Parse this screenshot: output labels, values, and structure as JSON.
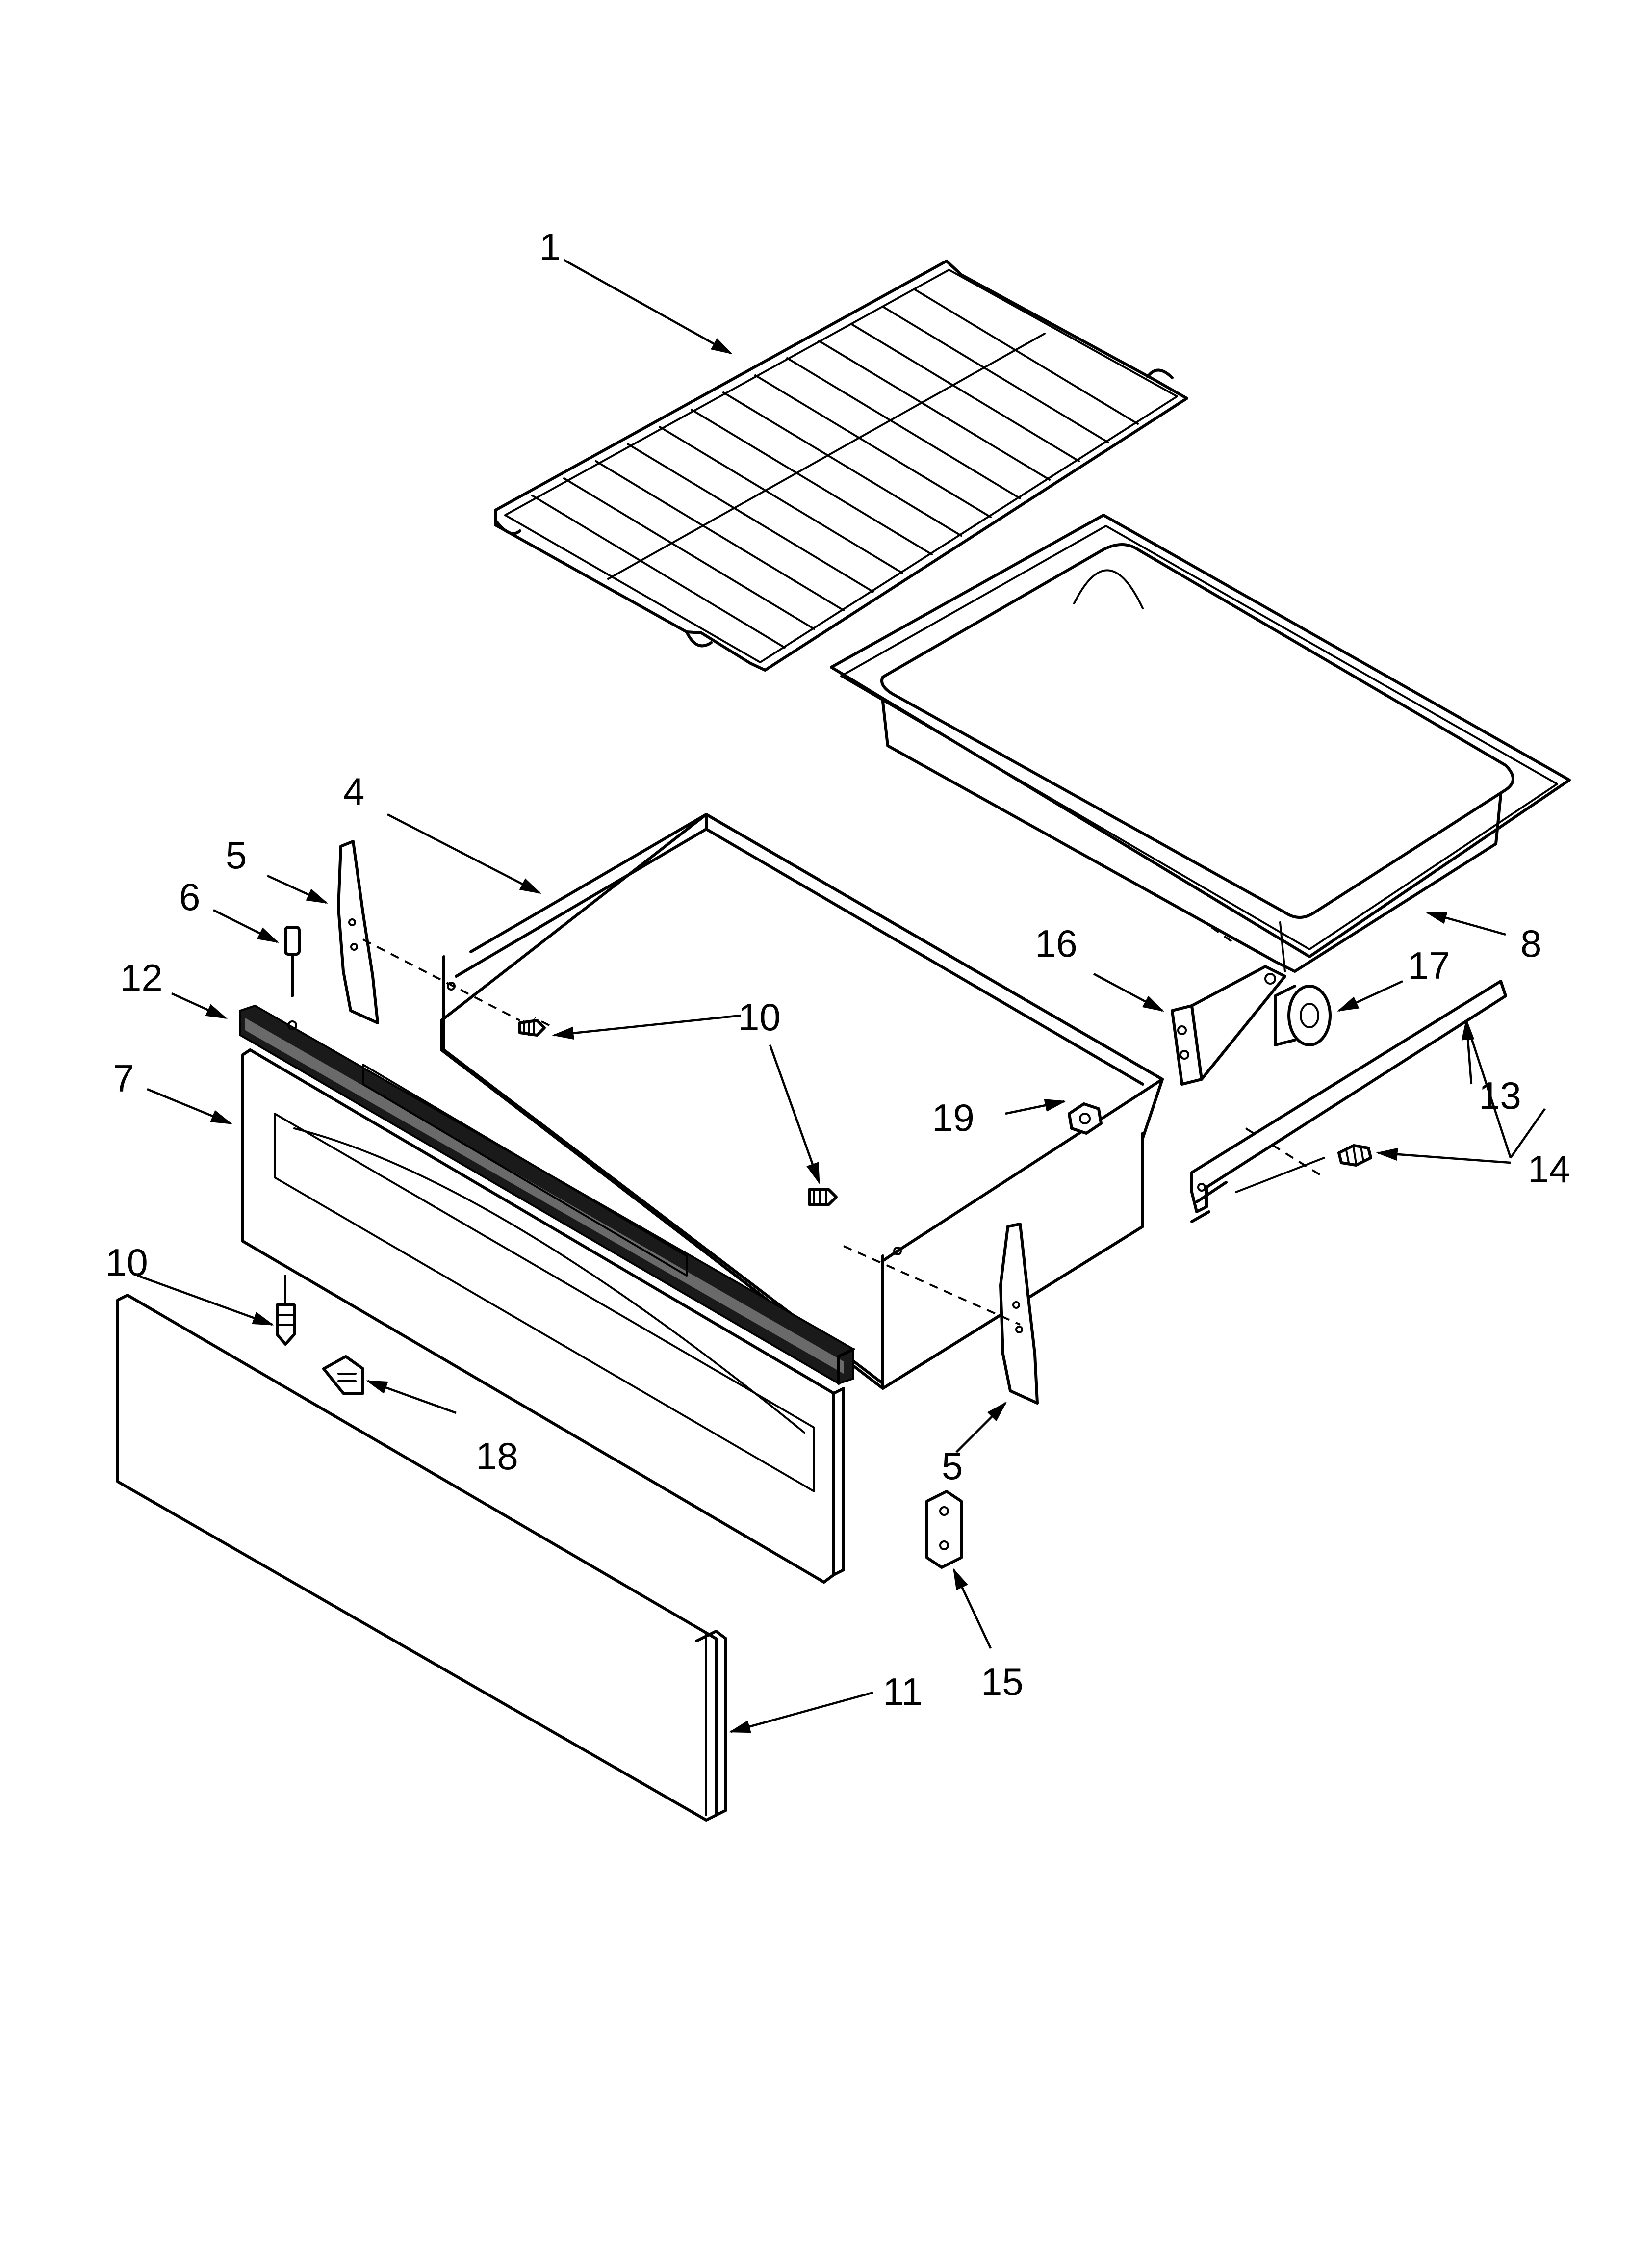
{
  "callouts": {
    "c1": "1",
    "c4": "4",
    "c5a": "5",
    "c5b": "5",
    "c6": "6",
    "c7": "7",
    "c8": "8",
    "c10a": "10",
    "c10b": "10",
    "c11": "11",
    "c12": "12",
    "c13": "13",
    "c14": "14",
    "c15": "15",
    "c16": "16",
    "c17": "17",
    "c18": "18",
    "c19": "19"
  }
}
